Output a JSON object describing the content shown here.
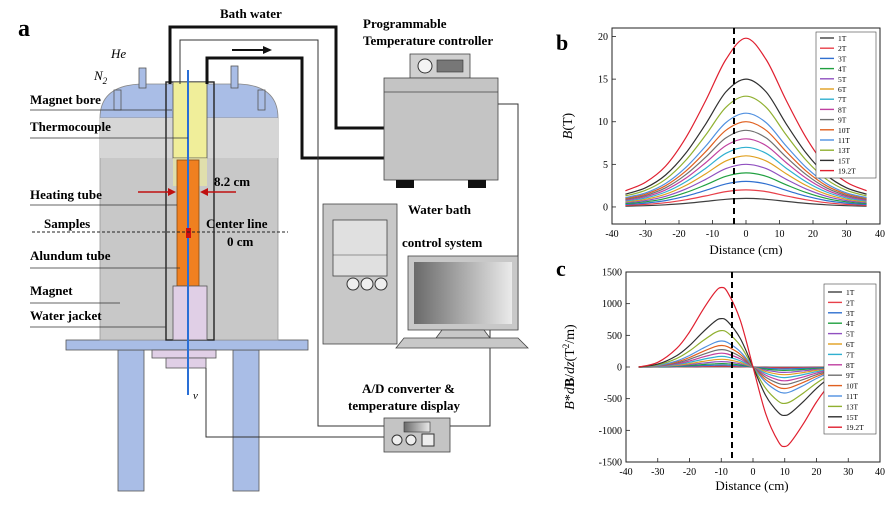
{
  "panel_a": {
    "letter": "a",
    "bath_water": "Bath water",
    "controller_line1": "Programmable",
    "controller_line2": "Temperature controller",
    "he": "He",
    "n2": "N",
    "n2_sub": "2",
    "magnet_bore": "Magnet bore",
    "thermocouple": "Thermocouple",
    "heating_tube": "Heating tube",
    "dimension": "8.2 cm",
    "samples": "Samples",
    "center_line": "Center line",
    "zero_cm": "0 cm",
    "alundum_tube": "Alundum tube",
    "magnet": "Magnet",
    "water_jacket": "Water jacket",
    "water_bath": "Water bath",
    "control_system": "control system",
    "ad_line1": "A/D converter &",
    "ad_line2": "temperature display",
    "v": "v"
  },
  "colors": {
    "vessel": "#a9bde6",
    "magnet_body": "#c8c8c8",
    "bore": "#f0ee9a",
    "heater": "#f08020",
    "jacket": "#e0cfe6",
    "base": "#a9bde6",
    "equipment": "#c4c4c4"
  },
  "legend_labels": [
    "1T",
    "2T",
    "3T",
    "4T",
    "5T",
    "6T",
    "7T",
    "8T",
    "9T",
    "10T",
    "11T",
    "13T",
    "15T",
    "19.2T"
  ],
  "series_colors": [
    "#404040",
    "#e8404a",
    "#3070d0",
    "#20a040",
    "#9050c0",
    "#e0a020",
    "#30b0d0",
    "#c040a0",
    "#707070",
    "#e06020",
    "#5090e0",
    "#90b030",
    "#303030",
    "#e02030"
  ],
  "chart_data": [
    {
      "type": "line",
      "panel": "b",
      "xlabel": "Distance (cm)",
      "ylabel": "B(T)",
      "ylabel_italic": "B",
      "ylabel_rest": "(T)",
      "xlim": [
        -40,
        40
      ],
      "ylim": [
        -2,
        21
      ],
      "xticks": [
        -40,
        -30,
        -20,
        -10,
        0,
        10,
        20,
        30,
        40
      ],
      "yticks": [
        0,
        5,
        10,
        15,
        20
      ],
      "x": [
        -36,
        -30,
        -24,
        -18,
        -12,
        -6,
        0,
        6,
        12,
        18,
        24,
        30,
        36
      ],
      "series": [
        {
          "name": "1T",
          "values": [
            0.1,
            0.15,
            0.25,
            0.42,
            0.65,
            0.9,
            1.0,
            0.9,
            0.65,
            0.42,
            0.25,
            0.15,
            0.1
          ]
        },
        {
          "name": "2T",
          "values": [
            0.2,
            0.3,
            0.5,
            0.84,
            1.3,
            1.8,
            2.0,
            1.8,
            1.3,
            0.84,
            0.5,
            0.3,
            0.2
          ]
        },
        {
          "name": "3T",
          "values": [
            0.3,
            0.45,
            0.75,
            1.26,
            1.95,
            2.7,
            3.0,
            2.7,
            1.95,
            1.26,
            0.75,
            0.45,
            0.3
          ]
        },
        {
          "name": "4T",
          "values": [
            0.4,
            0.6,
            1.0,
            1.68,
            2.6,
            3.6,
            4.0,
            3.6,
            2.6,
            1.68,
            1.0,
            0.6,
            0.4
          ]
        },
        {
          "name": "5T",
          "values": [
            0.5,
            0.75,
            1.25,
            2.1,
            3.25,
            4.5,
            5.0,
            4.5,
            3.25,
            2.1,
            1.25,
            0.75,
            0.5
          ]
        },
        {
          "name": "6T",
          "values": [
            0.6,
            0.9,
            1.5,
            2.52,
            3.9,
            5.4,
            6.0,
            5.4,
            3.9,
            2.52,
            1.5,
            0.9,
            0.6
          ]
        },
        {
          "name": "7T",
          "values": [
            0.7,
            1.05,
            1.75,
            2.94,
            4.55,
            6.3,
            7.0,
            6.3,
            4.55,
            2.94,
            1.75,
            1.05,
            0.7
          ]
        },
        {
          "name": "8T",
          "values": [
            0.8,
            1.2,
            2.0,
            3.36,
            5.2,
            7.2,
            8.0,
            7.2,
            5.2,
            3.36,
            2.0,
            1.2,
            0.8
          ]
        },
        {
          "name": "9T",
          "values": [
            0.9,
            1.35,
            2.25,
            3.78,
            5.85,
            8.1,
            9.0,
            8.1,
            5.85,
            3.78,
            2.25,
            1.35,
            0.9
          ]
        },
        {
          "name": "10T",
          "values": [
            1.0,
            1.5,
            2.5,
            4.2,
            6.5,
            9.0,
            10.0,
            9.0,
            6.5,
            4.2,
            2.5,
            1.5,
            1.0
          ]
        },
        {
          "name": "11T",
          "values": [
            1.1,
            1.65,
            2.75,
            4.62,
            7.15,
            9.9,
            11.0,
            9.9,
            7.15,
            4.62,
            2.75,
            1.65,
            1.1
          ]
        },
        {
          "name": "13T",
          "values": [
            1.3,
            1.95,
            3.25,
            5.46,
            8.45,
            11.7,
            13.0,
            11.7,
            8.45,
            5.46,
            3.25,
            1.95,
            1.3
          ]
        },
        {
          "name": "15T",
          "values": [
            1.5,
            2.25,
            3.75,
            6.3,
            9.75,
            13.5,
            15.0,
            13.5,
            9.75,
            6.3,
            3.75,
            2.25,
            1.5
          ]
        },
        {
          "name": "19.2T",
          "values": [
            1.9,
            2.9,
            4.8,
            8.1,
            12.5,
            17.3,
            19.8,
            17.3,
            12.5,
            8.1,
            4.8,
            2.9,
            1.9
          ]
        }
      ]
    },
    {
      "type": "line",
      "panel": "c",
      "xlabel": "Distance (cm)",
      "ylabel": "B*dB/dz (T²/m)",
      "ylabel_parts": [
        "B",
        "*",
        "d",
        "B",
        "/",
        "dz",
        "(T",
        "2",
        "/m)"
      ],
      "xlim": [
        -40,
        40
      ],
      "ylim": [
        -1500,
        1500
      ],
      "xticks": [
        -40,
        -30,
        -20,
        -10,
        0,
        10,
        20,
        30,
        40
      ],
      "yticks": [
        -1500,
        -1000,
        -500,
        0,
        500,
        1000,
        1500
      ],
      "x": [
        -36,
        -30,
        -24,
        -20,
        -16,
        -12,
        -10,
        -8,
        -4,
        0,
        4,
        8,
        10,
        12,
        16,
        20,
        24,
        30,
        36
      ],
      "series": [
        {
          "name": "1T",
          "values": [
            0,
            0.2,
            0.8,
            1.5,
            2.4,
            3.2,
            3.4,
            3.2,
            2.0,
            0,
            -2.0,
            -3.2,
            -3.4,
            -3.2,
            -2.4,
            -1.5,
            -0.8,
            -0.2,
            0
          ]
        },
        {
          "name": "2T",
          "values": [
            0,
            0.8,
            3.2,
            6,
            9.6,
            12.8,
            13.6,
            12.8,
            8,
            0,
            -8,
            -12.8,
            -13.6,
            -12.8,
            -9.6,
            -6,
            -3.2,
            -0.8,
            0
          ]
        },
        {
          "name": "3T",
          "values": [
            0,
            1.8,
            7.2,
            13.5,
            21.6,
            28.8,
            30.6,
            28.8,
            18,
            0,
            -18,
            -28.8,
            -30.6,
            -28.8,
            -21.6,
            -13.5,
            -7.2,
            -1.8,
            0
          ]
        },
        {
          "name": "4T",
          "values": [
            0,
            3.2,
            12.8,
            24,
            38.4,
            51.2,
            54.4,
            51.2,
            32,
            0,
            -32,
            -51.2,
            -54.4,
            -51.2,
            -38.4,
            -24,
            -12.8,
            -3.2,
            0
          ]
        },
        {
          "name": "5T",
          "values": [
            0,
            5,
            20,
            37.5,
            60,
            80,
            85,
            80,
            50,
            0,
            -50,
            -80,
            -85,
            -80,
            -60,
            -37.5,
            -20,
            -5,
            0
          ]
        },
        {
          "name": "6T",
          "values": [
            0,
            7.2,
            28.8,
            54,
            86.4,
            115,
            122,
            115,
            72,
            0,
            -72,
            -115,
            -122,
            -115,
            -86.4,
            -54,
            -28.8,
            -7.2,
            0
          ]
        },
        {
          "name": "7T",
          "values": [
            0,
            9.8,
            39.2,
            73.5,
            118,
            157,
            167,
            157,
            98,
            0,
            -98,
            -157,
            -167,
            -157,
            -118,
            -73.5,
            -39.2,
            -9.8,
            0
          ]
        },
        {
          "name": "8T",
          "values": [
            0,
            12.8,
            51.2,
            96,
            154,
            205,
            218,
            205,
            128,
            0,
            -128,
            -205,
            -218,
            -205,
            -154,
            -96,
            -51.2,
            -12.8,
            0
          ]
        },
        {
          "name": "9T",
          "values": [
            0,
            16.2,
            64.8,
            122,
            194,
            259,
            275,
            259,
            162,
            0,
            -162,
            -259,
            -275,
            -259,
            -194,
            -122,
            -64.8,
            -16.2,
            0
          ]
        },
        {
          "name": "10T",
          "values": [
            0,
            20,
            80,
            150,
            240,
            320,
            340,
            320,
            200,
            0,
            -200,
            -320,
            -340,
            -320,
            -240,
            -150,
            -80,
            -20,
            0
          ]
        },
        {
          "name": "11T",
          "values": [
            0,
            24,
            97,
            182,
            290,
            387,
            411,
            387,
            242,
            0,
            -242,
            -387,
            -411,
            -387,
            -290,
            -182,
            -97,
            -24,
            0
          ]
        },
        {
          "name": "13T",
          "values": [
            0,
            34,
            135,
            254,
            406,
            541,
            575,
            541,
            338,
            0,
            -338,
            -541,
            -575,
            -541,
            -406,
            -254,
            -135,
            -34,
            0
          ]
        },
        {
          "name": "15T",
          "values": [
            0,
            45,
            180,
            338,
            540,
            720,
            765,
            720,
            450,
            0,
            -450,
            -720,
            -765,
            -720,
            -540,
            -338,
            -180,
            -45,
            0
          ]
        },
        {
          "name": "19.2T",
          "values": [
            0,
            74,
            295,
            553,
            885,
            1180,
            1255,
            1180,
            737,
            0,
            -737,
            -1180,
            -1255,
            -1180,
            -885,
            -553,
            -295,
            -74,
            0
          ]
        }
      ]
    }
  ]
}
